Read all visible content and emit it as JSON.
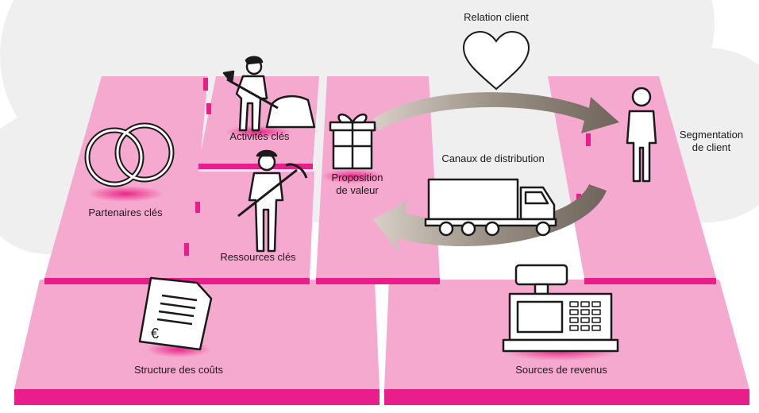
{
  "labels": {
    "relation_client": "Relation client",
    "segmentation_line1": "Segmentation",
    "segmentation_line2": "de client",
    "activites_cles": "Activités clés",
    "canaux": "Canaux de distribution",
    "proposition_line1": "Proposition",
    "proposition_line2": "de valeur",
    "partenaires": "Partenaires clés",
    "ressources": "Ressources clés",
    "structure_couts": "Structure des coûts",
    "sources_revenus": "Sources de revenus"
  },
  "icons": {
    "relation_client": "heart-icon",
    "segmentation": "person-icon",
    "activites_cles": "worker-shovel-icon",
    "ressources": "worker-pickaxe-icon",
    "proposition": "gift-icon",
    "canaux": "truck-icon",
    "partenaires": "rings-icon",
    "structure_couts": "invoice-euro-icon",
    "sources_revenus": "cash-register-icon"
  },
  "colors": {
    "tile": "#f5a9cf",
    "tile_edge": "#ea1e8a",
    "cloud": "#eeeeee",
    "arrow": "#8f8378",
    "text": "#1a1a1a"
  }
}
